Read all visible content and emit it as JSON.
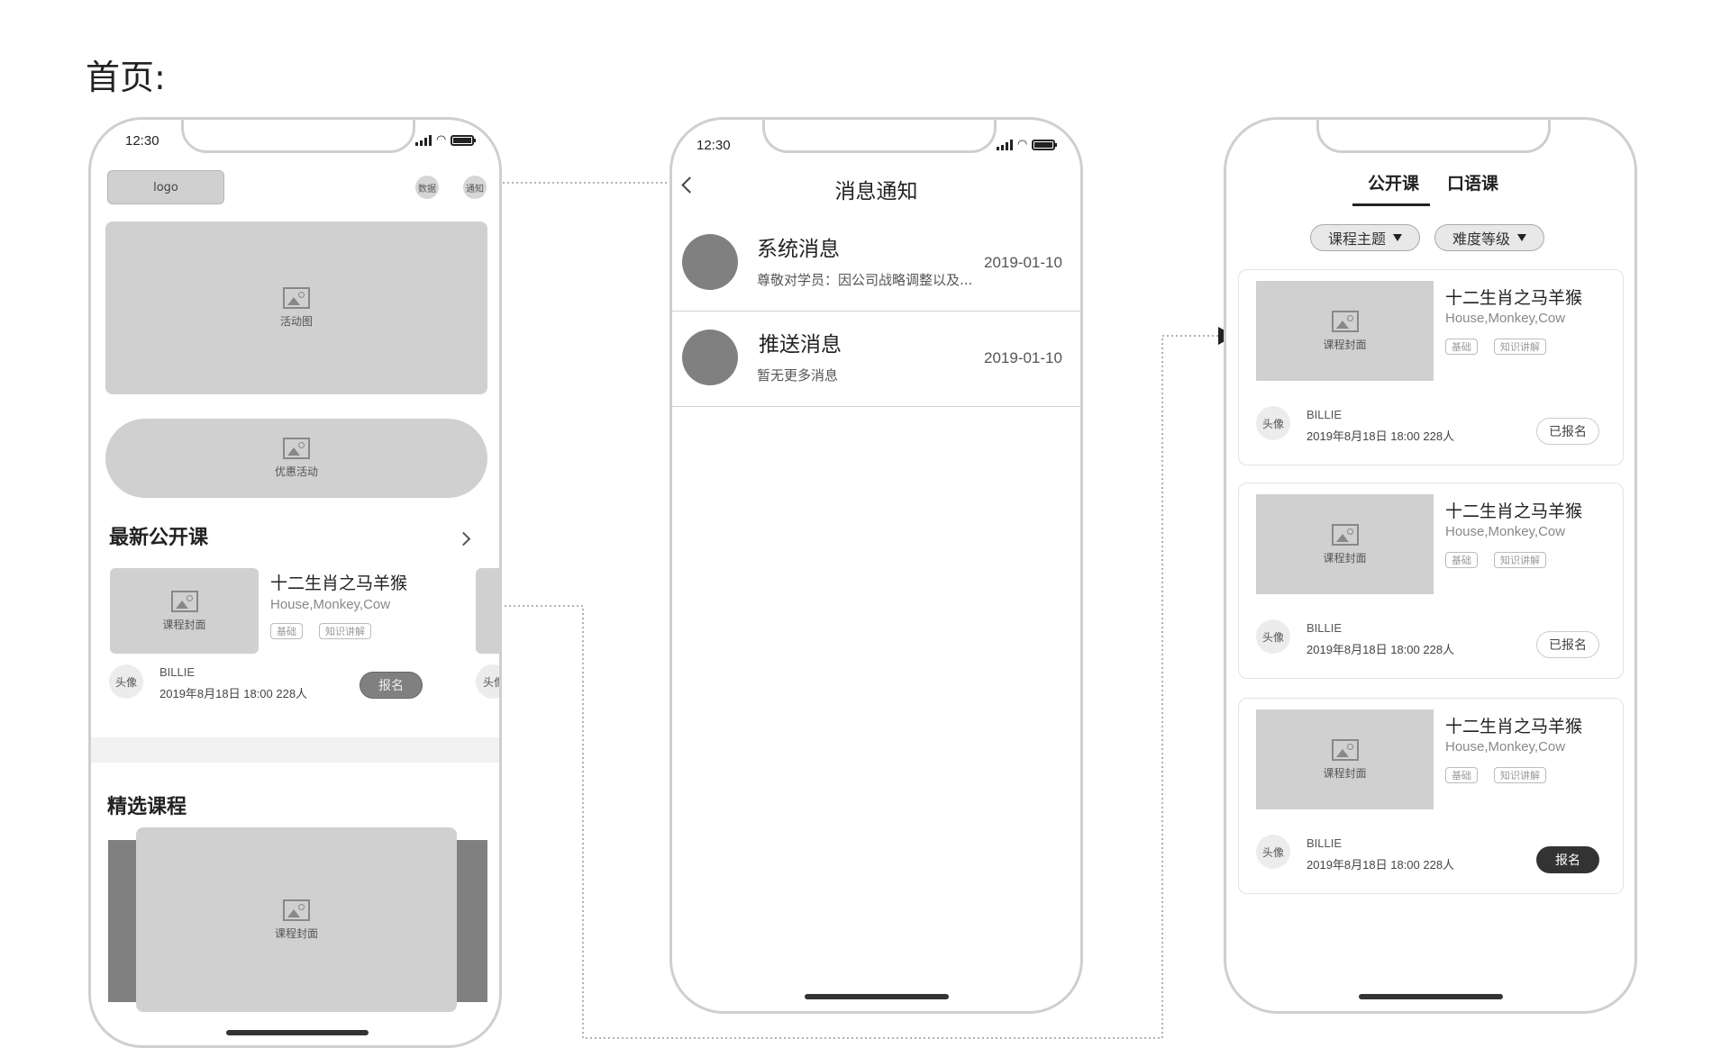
{
  "page_heading": "首页:",
  "home_screen": {
    "time": "12:30",
    "logo": "logo",
    "header_chips": [
      "数据",
      "通知"
    ],
    "banner_label": "活动图",
    "promo_label": "优惠活动",
    "latest_title": "最新公开课",
    "course": {
      "cover_label": "课程封面",
      "title": "十二生肖之马羊猴",
      "subtitle": "House,Monkey,Cow",
      "tags": [
        "基础",
        "知识讲解"
      ],
      "avatar": "头像",
      "author": "BILLIE",
      "meta": "2019年8月18日 18:00 228人",
      "button": "报名"
    },
    "peek_avatar": "头像",
    "featured_title": "精选课程",
    "featured_cover_label": "课程封面"
  },
  "messages_screen": {
    "time": "12:30",
    "title": "消息通知",
    "items": [
      {
        "title": "系统消息",
        "body": "尊敬对学员：因公司战略调整以及...",
        "date": "2019-01-10"
      },
      {
        "title": "推送消息",
        "body": "暂无更多消息",
        "date": "2019-01-10"
      }
    ]
  },
  "courses_screen": {
    "tabs": [
      "公开课",
      "口语课"
    ],
    "filters": [
      "课程主题",
      "难度等级"
    ],
    "cards": [
      {
        "cover_label": "课程封面",
        "title": "十二生肖之马羊猴",
        "subtitle": "House,Monkey,Cow",
        "tags": [
          "基础",
          "知识讲解"
        ],
        "avatar": "头像",
        "author": "BILLIE",
        "meta": "2019年8月18日 18:00 228人",
        "button": "已报名"
      },
      {
        "cover_label": "课程封面",
        "title": "十二生肖之马羊猴",
        "subtitle": "House,Monkey,Cow",
        "tags": [
          "基础",
          "知识讲解"
        ],
        "avatar": "头像",
        "author": "BILLIE",
        "meta": "2019年8月18日 18:00 228人",
        "button": "已报名"
      },
      {
        "cover_label": "课程封面",
        "title": "十二生肖之马羊猴",
        "subtitle": "House,Monkey,Cow",
        "tags": [
          "基础",
          "知识讲解"
        ],
        "avatar": "头像",
        "author": "BILLIE",
        "meta": "2019年8月18日 18:00 228人",
        "button": "报名"
      }
    ]
  }
}
